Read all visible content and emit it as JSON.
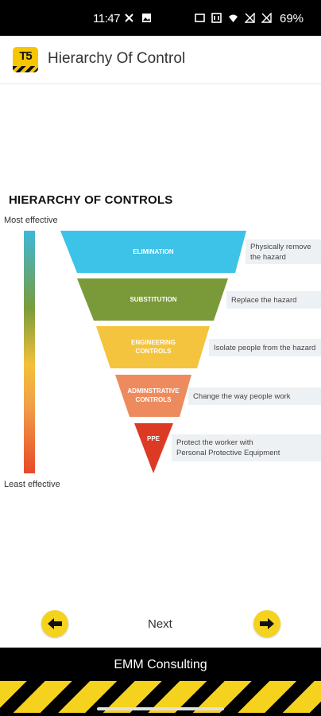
{
  "status_bar": {
    "time": "11:47",
    "battery": "69%"
  },
  "app_bar": {
    "logo_text": "T5",
    "title": "Hierarchy Of Control"
  },
  "diagram": {
    "title": "HIERARCHY OF CONTROLS",
    "most_effective": "Most effective",
    "least_effective": "Least effective",
    "tiers": [
      {
        "label_lines": [
          "ELIMINATION"
        ],
        "desc_lines": [
          "Physically remove",
          "the hazard"
        ],
        "color": "#3dc2e8"
      },
      {
        "label_lines": [
          "SUBSTITUTION"
        ],
        "desc_lines": [
          "Replace the hazard"
        ],
        "color": "#7a9a3a"
      },
      {
        "label_lines": [
          "ENGINEERING",
          "CONTROLS"
        ],
        "desc_lines": [
          "Isolate people from the hazard"
        ],
        "color": "#f4c43e"
      },
      {
        "label_lines": [
          "ADMINSTRATIVE",
          "CONTROLS"
        ],
        "desc_lines": [
          "Change the way people work"
        ],
        "color": "#ee8b5e"
      },
      {
        "label_lines": [
          "PPE"
        ],
        "desc_lines": [
          "Protect the worker with",
          "Personal Protective Equipment"
        ],
        "color": "#dd3a26"
      }
    ]
  },
  "nav": {
    "next_label": "Next",
    "back_icon": "arrow-left-icon",
    "forward_icon": "arrow-right-icon",
    "accent": "#f5d21d"
  },
  "footer": {
    "text": "EMM Consulting"
  }
}
